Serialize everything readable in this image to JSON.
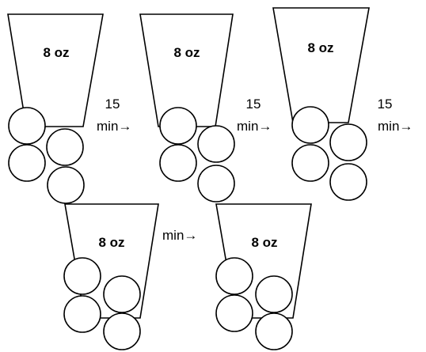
{
  "cups": [
    {
      "label": "8 oz"
    },
    {
      "label": "8 oz"
    },
    {
      "label": "8 oz"
    },
    {
      "label": "8 oz"
    },
    {
      "label": "8 oz"
    }
  ],
  "transitions": [
    {
      "time": "15",
      "unit": "min→"
    },
    {
      "time": "15",
      "unit": "min→"
    },
    {
      "time": "15",
      "unit": "min→"
    },
    {
      "time": "",
      "unit": "min→"
    }
  ],
  "colors": {
    "stroke": "#000000",
    "fill": "#ffffff"
  }
}
